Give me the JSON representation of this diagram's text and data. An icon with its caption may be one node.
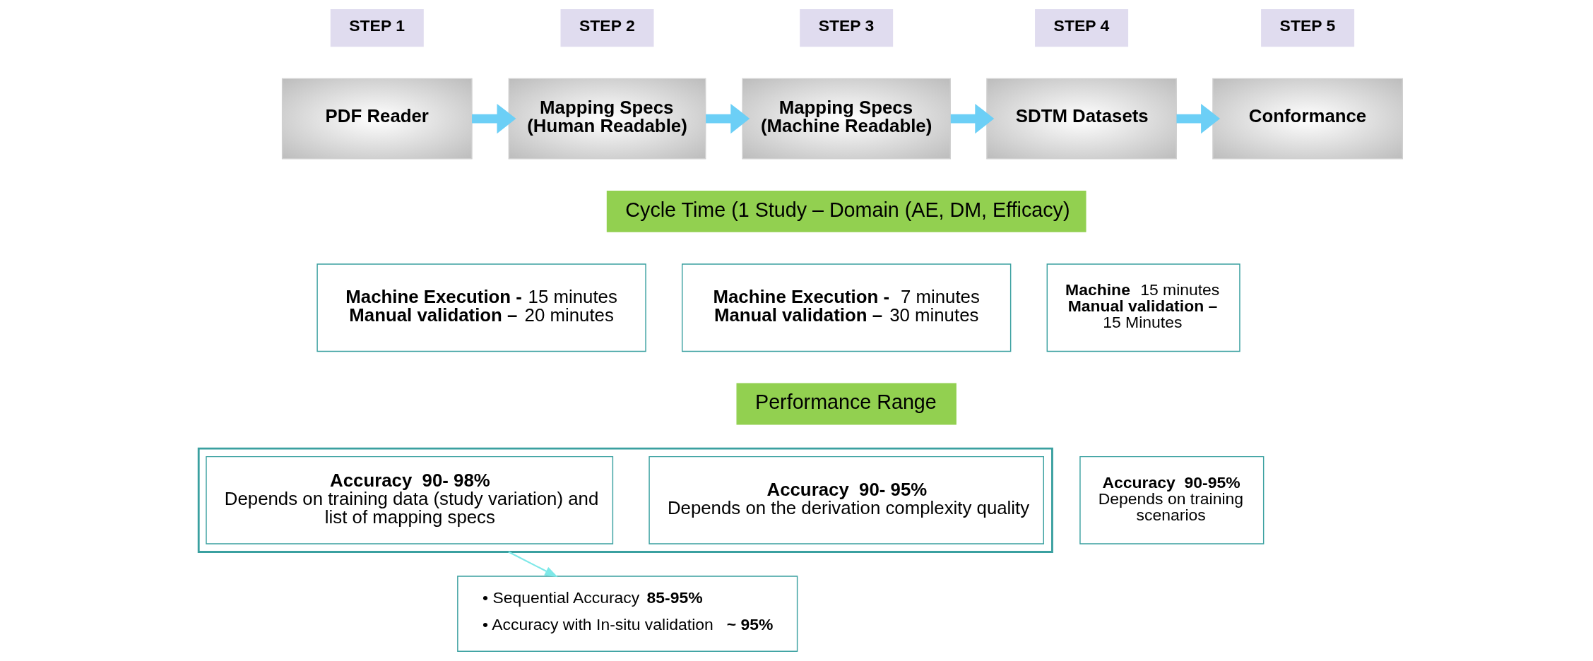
{
  "diagram": {
    "nodes": [
      {
        "text": [
          "STEP 1"
        ]
      },
      {
        "text": [
          "PDF Reader"
        ]
      },
      {
        "text": [
          "STEP 2"
        ]
      },
      {
        "text": [
          "Mapping Specs (Human Readable)"
        ]
      },
      {
        "text": [
          "STEP 3"
        ]
      },
      {
        "text": [
          "Mapping Specs (Machine Readable)"
        ]
      },
      {
        "text": [
          "STEP 4"
        ]
      },
      {
        "text": [
          "SDTM Datasets"
        ]
      },
      {
        "text": [
          "STEP 5"
        ]
      },
      {
        "text": [
          "Conformance"
        ]
      },
      {
        "text": [
          "Cycle Time (1 Study – Domain (AE, DM, Efficacy)"
        ]
      },
      {
        "text": [
          "**Machine Execution -** 15 minutes",
          "**Manual validation –** 20 minutes"
        ]
      },
      {
        "text": [
          "**Machine Execution -**  7 minutes",
          "**Manual validation –** 30 minutes"
        ]
      },
      {
        "text": [
          "**Machine**  15 minutes",
          "**Manual validation –** 15 Minutes"
        ]
      },
      {
        "text": [
          "Performance Range"
        ]
      },
      {
        "text": [],
        "shape": "box"
      },
      {
        "text": [
          "**Accuracy  90- 98%**",
          "Depends on training data (study variation) and list of mapping specs"
        ],
        "in": 15
      },
      {
        "text": [
          "**Accuracy  90- 95%**",
          "Depends on the derivation complexity quality"
        ],
        "in": 15
      },
      {
        "text": [
          "**Accuracy  90-95%**",
          "Depends on training scenarios"
        ]
      },
      {
        "text": [
          "• Sequential Accuracy **85-95%**",
          "• Accuracy with In-situ validation  **~ 95%**"
        ]
      }
    ],
    "edges": [
      {
        "from": 1,
        "to": 3,
        "arrow": "to"
      },
      {
        "from": 3,
        "to": 5,
        "arrow": "to"
      },
      {
        "from": 5,
        "to": 7,
        "arrow": "to"
      },
      {
        "from": 7,
        "to": 9,
        "arrow": "to"
      },
      {
        "from": 15,
        "to": 19,
        "arrow": "to",
        "color": "#7ee8e8"
      }
    ]
  }
}
